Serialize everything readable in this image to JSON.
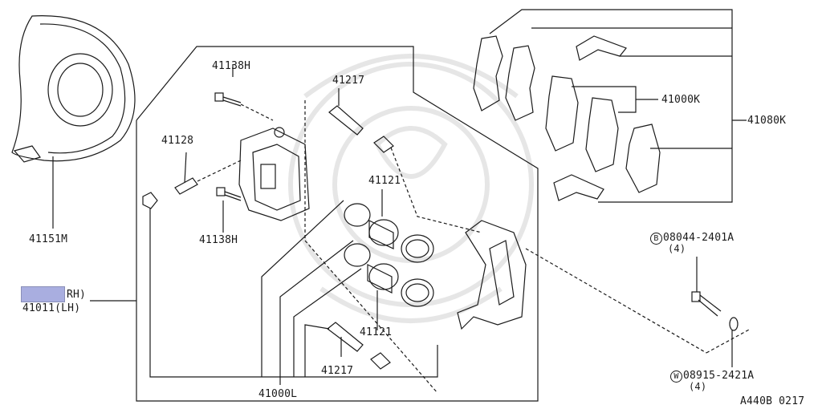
{
  "diagram": {
    "highlight_color": "#a9aee0",
    "line_color": "#2a2a2a",
    "watermark_color": "#e6e6e6"
  },
  "labels": {
    "backing_plate": "41151M",
    "pin_bolt_top": "41138H",
    "pin_bolt_bottom": "41138H",
    "bleeder": "41128",
    "sleeve_top": "41217",
    "sleeve_bottom": "41217",
    "seal_kit_top": "41121",
    "seal_kit_bottom": "41121",
    "caliper_assembly": "41000L",
    "pad_kit": "41000K",
    "pad_kit_assembly": "41080K",
    "caliper_rh_suffix": "RH)",
    "caliper_lh": "41011(LH)",
    "bolt_marker": "B",
    "bolt_part": "08044-2401A",
    "bolt_qty": "(4)",
    "washer_marker": "W",
    "washer_part": "08915-2421A",
    "washer_qty": "(4)",
    "diagram_code": "A440B 0217"
  }
}
